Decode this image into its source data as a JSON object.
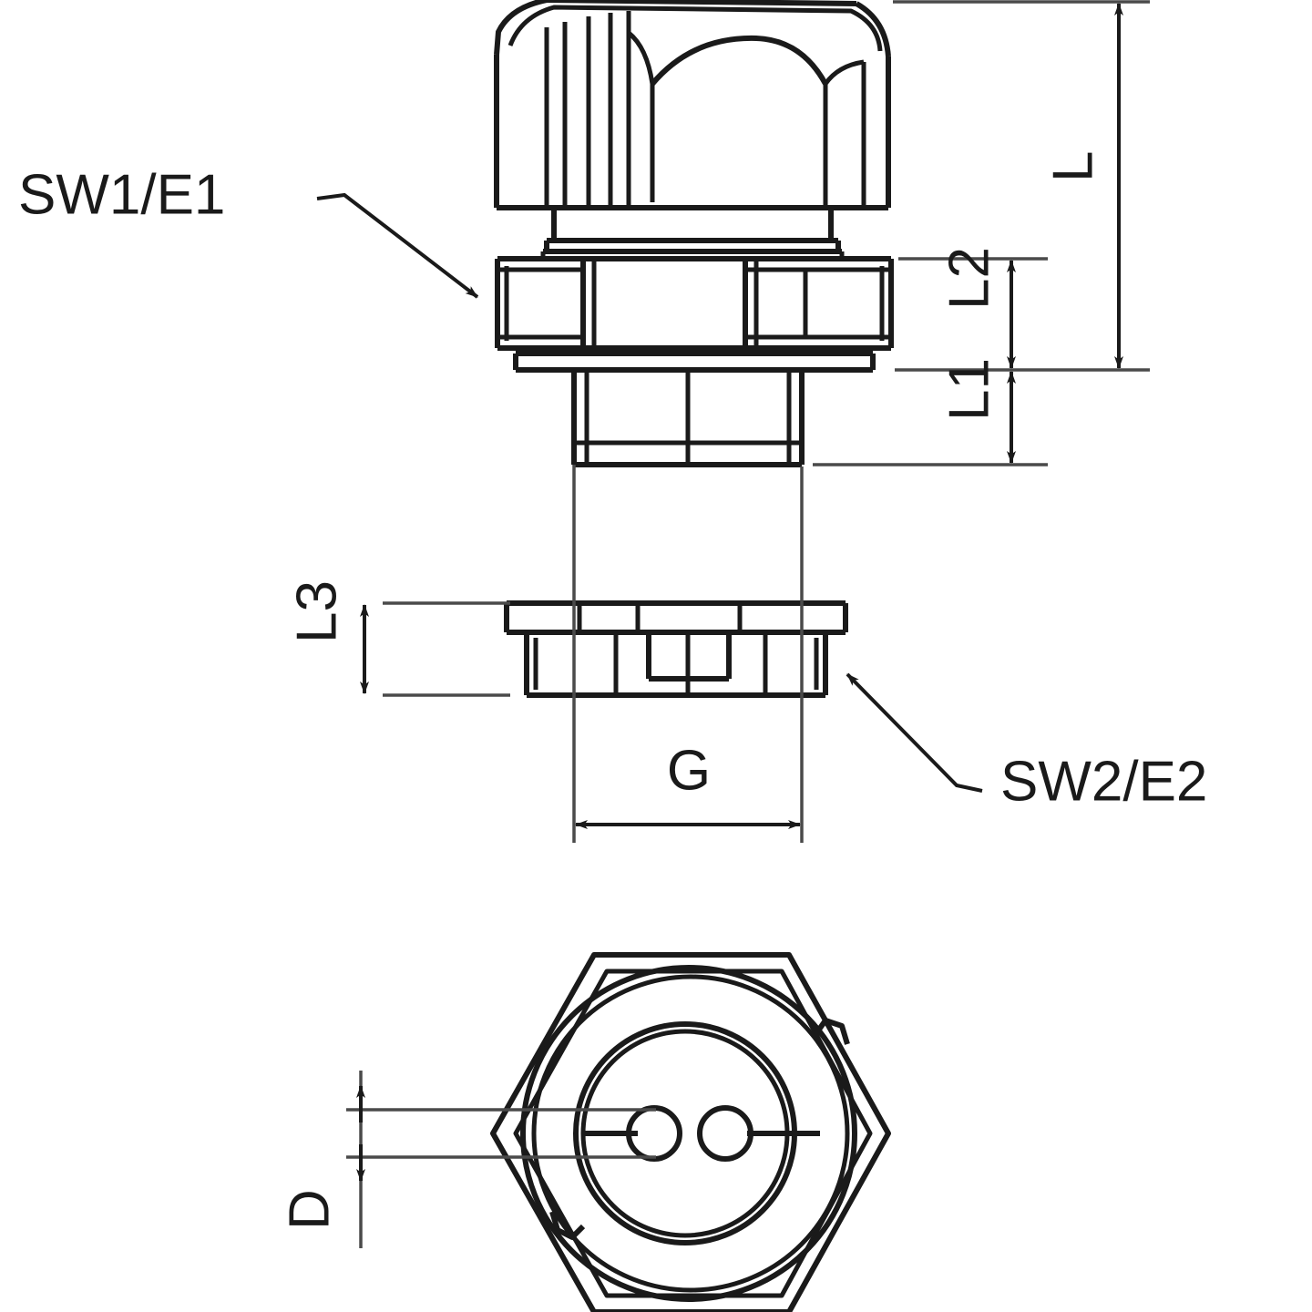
{
  "drawing": {
    "type": "technical-drawing",
    "subject": "cable-gland-double-entry",
    "background_color": "#ffffff",
    "line_color": "#1a1a1a",
    "thin_line_color": "#4a4a4a",
    "views": {
      "side_assembly": "side view of cable gland: domed ribbed cap, hex body, threaded neck",
      "locknut": "side view of separate locknut / seal insert",
      "end_view": "end view showing hexagon outline, concentric circles and two cable holes"
    }
  },
  "labels": {
    "sw1e1": "SW1/E1",
    "sw2e2": "SW2/E2"
  },
  "dimensions": {
    "L": "L",
    "L1": "L1",
    "L2": "L2",
    "L3": "L3",
    "G": "G",
    "D": "D"
  }
}
